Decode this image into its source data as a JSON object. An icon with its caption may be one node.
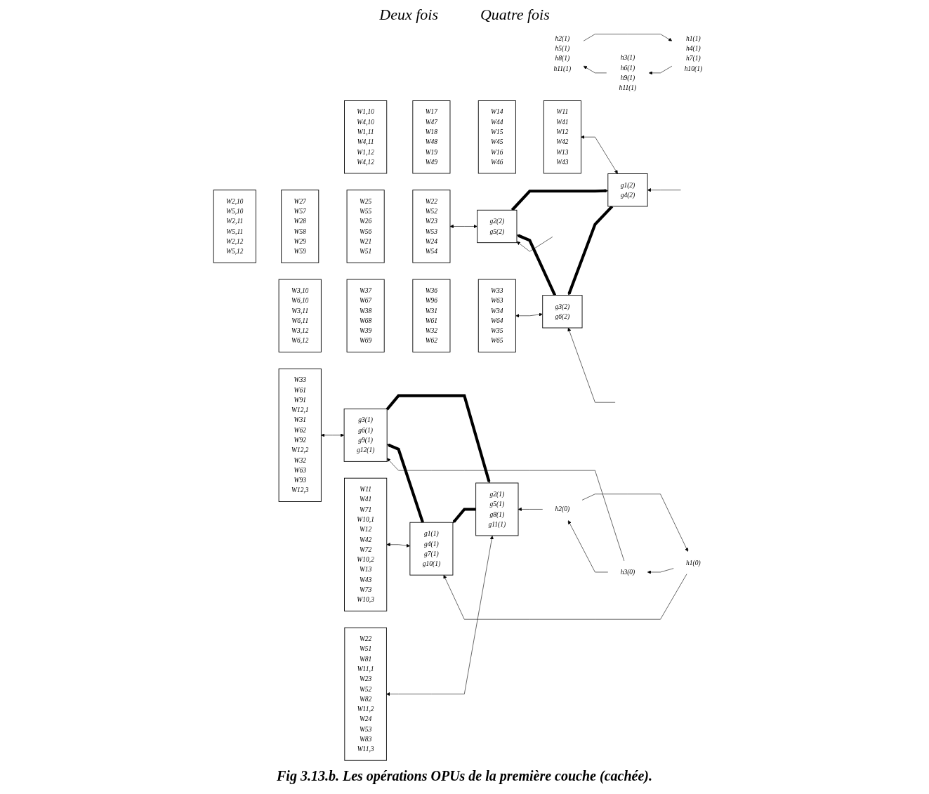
{
  "diagram": {
    "caption": "Fig 3.13.b. Les opérations OPUs de la première couche (cachée).",
    "nodes": [
      {
        "text": [
          "h1(1)",
          "h4(1)",
          "h7(1)",
          "h10(1)"
        ]
      },
      {
        "text": [
          "h2(1)",
          "h5(1)",
          "h8(1)",
          "h11(1)"
        ]
      },
      {
        "text": [
          "h3(1)",
          "h6(1)",
          "h9(1)",
          "h11(1)"
        ]
      },
      {
        "text": [
          "g1(2)",
          "g4(2)"
        ]
      },
      {
        "text": [
          "g2(2)",
          "g5(2)"
        ]
      },
      {
        "text": [
          "g3(2)",
          "g6(2)"
        ]
      },
      {
        "text": [
          "W11",
          "W41",
          "W12",
          "W42",
          "W13",
          "W43"
        ]
      },
      {
        "text": [
          "W14",
          "W44",
          "W15",
          "W45",
          "W16",
          "W46"
        ]
      },
      {
        "text": [
          "W17",
          "W47",
          "W18",
          "W48",
          "W19",
          "W49"
        ]
      },
      {
        "text": [
          "W1,10",
          "W4,10",
          "W1,11",
          "W4,11",
          "W1,12",
          "W4,12"
        ]
      },
      {
        "text": [
          "W22",
          "W52",
          "W23",
          "W53",
          "W24",
          "W54"
        ]
      },
      {
        "text": [
          "W25",
          "W55",
          "W26",
          "W56",
          "W21",
          "W51"
        ]
      },
      {
        "text": [
          "W27",
          "W57",
          "W28",
          "W58",
          "W29",
          "W59"
        ]
      },
      {
        "text": [
          "W2,10",
          "W5,10",
          "W2,11",
          "W5,11",
          "W2,12",
          "W5,12"
        ]
      },
      {
        "text": [
          "W33",
          "W63",
          "W34",
          "W64",
          "W35",
          "W65"
        ]
      },
      {
        "text": [
          "W36",
          "W96",
          "W31",
          "W61",
          "W32",
          "W62"
        ]
      },
      {
        "text": [
          "W37",
          "W67",
          "W38",
          "W68",
          "W39",
          "W69"
        ]
      },
      {
        "text": [
          "W3,10",
          "W6,10",
          "W3,11",
          "W6,11",
          "W3,12",
          "W6,12"
        ]
      },
      {
        "text": [
          "h1(0)"
        ]
      },
      {
        "text": [
          "h2(0)"
        ]
      },
      {
        "text": [
          "h3(0)"
        ]
      },
      {
        "text": [
          "g1(1)",
          "g4(1)",
          "g7(1)",
          "g10(1)"
        ]
      },
      {
        "text": [
          "g2(1)",
          "g5(1)",
          "g8(1)",
          "g11(1)"
        ]
      },
      {
        "text": [
          "g3(1)",
          "g6(1)",
          "g9(1)",
          "g12(1)"
        ]
      },
      {
        "text": [
          "W11",
          "W41",
          "W71",
          "W10,1",
          "W12",
          "W42",
          "W72",
          "W10,2",
          "W13",
          "W43",
          "W73",
          "W10,3"
        ]
      },
      {
        "text": [
          "W22",
          "W51",
          "W81",
          "W11,1",
          "W23",
          "W52",
          "W82",
          "W11,2",
          "W24",
          "W53",
          "W83",
          "W11,3"
        ]
      },
      {
        "text": [
          "W33",
          "W61",
          "W91",
          "W12,1",
          "W31",
          "W62",
          "W92",
          "W12,2",
          "W32",
          "W63",
          "W93",
          "W12,3"
        ]
      }
    ],
    "edges": [
      {
        "from": 2,
        "to": 1,
        "arrow": "to"
      },
      {
        "from": 1,
        "to": 0,
        "arrow": "to"
      },
      {
        "from": 0,
        "to": 2,
        "arrow": "to"
      },
      {
        "from": null,
        "to": 3,
        "arrow": "to"
      },
      {
        "from": null,
        "to": 4,
        "arrow": "to"
      },
      {
        "from": null,
        "to": 5,
        "arrow": "to"
      },
      {
        "from": 5,
        "to": 4,
        "arrow": "to",
        "style": "thick"
      },
      {
        "from": 4,
        "to": 3,
        "arrow": "to",
        "style": "thick"
      },
      {
        "from": 3,
        "to": 5,
        "arrow": "to",
        "style": "thick"
      },
      {
        "from": 3,
        "to": 6,
        "arrow": "both"
      },
      {
        "from": 4,
        "to": 10,
        "arrow": "both"
      },
      {
        "from": 5,
        "to": 14,
        "arrow": "both"
      },
      {
        "from": 20,
        "to": 19,
        "arrow": "to"
      },
      {
        "from": 19,
        "to": 18,
        "arrow": "to"
      },
      {
        "from": 18,
        "to": 20,
        "arrow": "to"
      },
      {
        "from": 18,
        "to": 21,
        "arrow": "to"
      },
      {
        "from": 19,
        "to": 22,
        "arrow": "to"
      },
      {
        "from": 20,
        "to": 23,
        "arrow": "to"
      },
      {
        "from": 23,
        "to": 22,
        "arrow": "to",
        "style": "thick"
      },
      {
        "from": 22,
        "to": 21,
        "arrow": "to",
        "style": "thick"
      },
      {
        "from": 21,
        "to": 23,
        "arrow": "to",
        "style": "thick"
      },
      {
        "from": 21,
        "to": 24,
        "arrow": "both"
      },
      {
        "from": 22,
        "to": 25,
        "arrow": "both"
      },
      {
        "from": 23,
        "to": 26,
        "arrow": "both"
      }
    ],
    "labels": [
      "Deux fois",
      "Quatre fois"
    ]
  }
}
